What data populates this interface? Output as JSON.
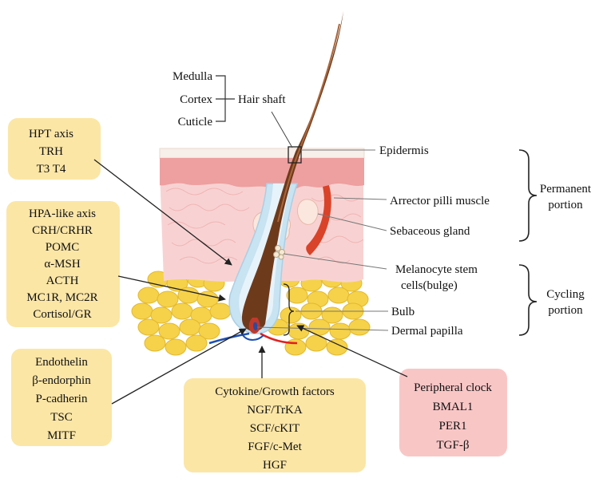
{
  "hair_layers": {
    "medulla": "Medulla",
    "cortex": "Cortex",
    "cuticle": "Cuticle",
    "hair_shaft": "Hair shaft"
  },
  "structures": {
    "epidermis": "Epidermis",
    "arrector_pili": "Arrector pilli muscle",
    "sebaceous_gland": "Sebaceous gland",
    "melanocyte_line1": "Melanocyte stem",
    "melanocyte_line2": "cells(bulge)",
    "bulb": "Bulb",
    "dermal_papilla": "Dermal papilla"
  },
  "portions": {
    "permanent_line1": "Permanent",
    "permanent_line2": "portion",
    "cycling_line1": "Cycling",
    "cycling_line2": "portion"
  },
  "boxes": {
    "hpt": {
      "lines": [
        "HPT axis",
        "TRH",
        "T3  T4"
      ],
      "color": "#fbe6a6"
    },
    "hpa": {
      "lines": [
        "HPA-like axis",
        "CRH/CRHR",
        "POMC",
        "α-MSH",
        "ACTH",
        "MC1R, MC2R",
        "Cortisol/GR"
      ],
      "color": "#fbe6a6"
    },
    "endothelin": {
      "lines": [
        "Endothelin",
        "β-endorphin",
        "P-cadherin",
        "TSC",
        "MITF"
      ],
      "color": "#fbe6a6"
    },
    "cytokine": {
      "lines": [
        "Cytokine/Growth factors",
        "NGF/TrKA",
        "SCF/cKIT",
        "FGF/c-Met",
        "HGF"
      ],
      "color": "#fbe6a6"
    },
    "clock": {
      "lines": [
        "Peripheral clock",
        "BMAL1",
        "PER1",
        "TGF-β"
      ],
      "color": "#f9c6c6"
    }
  },
  "colors": {
    "fat": "#f5d24a",
    "dermis": "#f8d2d2",
    "epidermis": "#f0a0a0",
    "hair": "#6e3a1c",
    "sheath": "#b8dcef",
    "muscle": "#d9432a"
  }
}
